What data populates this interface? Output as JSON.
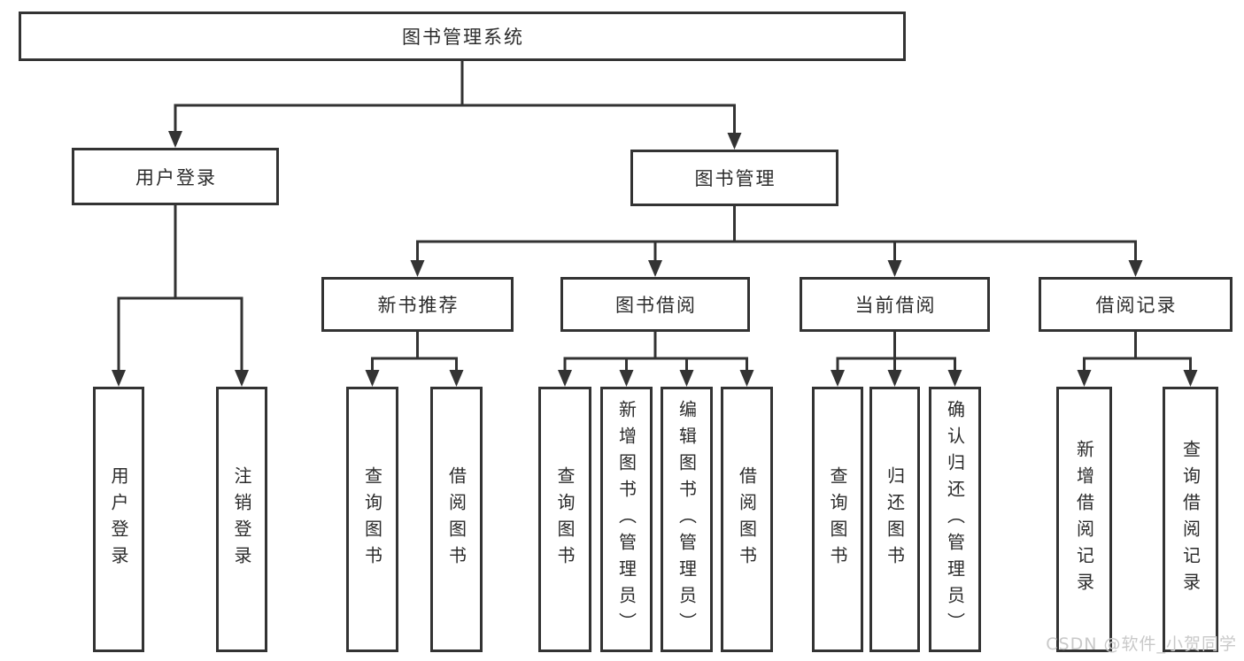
{
  "nodes": {
    "root": "图书管理系统",
    "user_login": "用户登录",
    "book_management": "图书管理",
    "new_book_recommend": "新书推荐",
    "book_borrow": "图书借阅",
    "current_borrow": "当前借阅",
    "borrow_records": "借阅记录",
    "leaf_user_login": "用户登录",
    "leaf_logout": "注销登录",
    "leaf_nb_query_books": "查询图书",
    "leaf_nb_borrow_books": "借阅图书",
    "leaf_bb_query_books": "查询图书",
    "leaf_bb_add_books": "新增图书（管理员）",
    "leaf_bb_edit_books": "编辑图书（管理员）",
    "leaf_bb_borrow_books": "借阅图书",
    "leaf_cb_query_books": "查询图书",
    "leaf_cb_return_books": "归还图书",
    "leaf_cb_confirm_return": "确认归还（管理员）",
    "leaf_br_add_record": "新增借阅记录",
    "leaf_br_query_record": "查询借阅记录"
  },
  "watermark": "CSDN @软件_小贺同学",
  "colors": {
    "line": "#333333",
    "box_border": "#333333",
    "box_background": "#ffffff",
    "text": "#2b2b2b",
    "watermark": "#c9c9c9"
  }
}
